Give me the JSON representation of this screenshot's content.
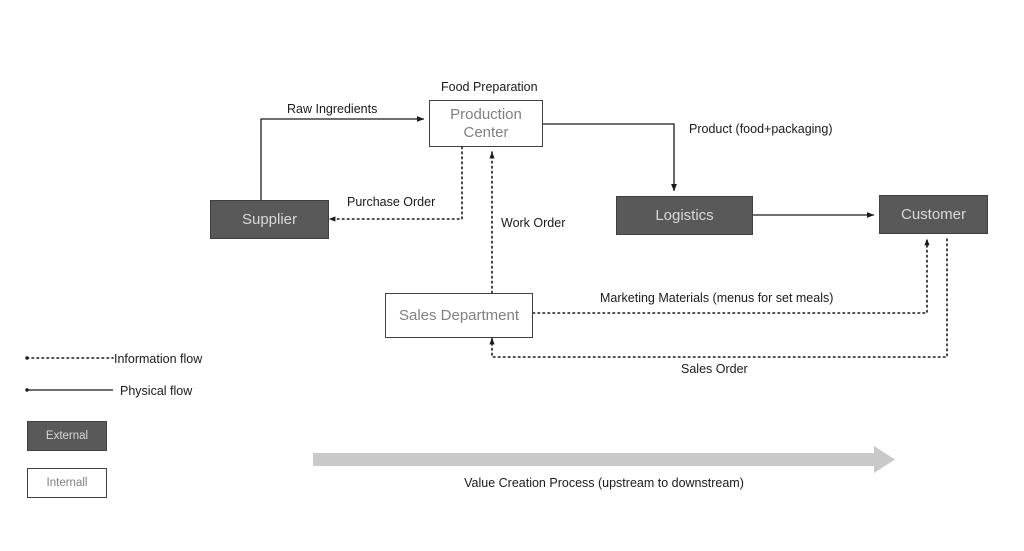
{
  "diagram": {
    "title_caption": "Food Preparation",
    "nodes": [
      {
        "id": "production-center",
        "label": "Production\nCenter",
        "label_line1": "Production",
        "label_line2": "Center",
        "type": "internal"
      },
      {
        "id": "supplier",
        "label": "Supplier",
        "type": "external"
      },
      {
        "id": "logistics",
        "label": "Logistics",
        "type": "external"
      },
      {
        "id": "customer",
        "label": "Customer",
        "type": "external"
      },
      {
        "id": "sales-department",
        "label": "Sales Department",
        "type": "internal"
      }
    ],
    "edges": [
      {
        "id": "raw-ingredients",
        "label": "Raw Ingredients",
        "flow": "physical",
        "from": "supplier",
        "to": "production-center"
      },
      {
        "id": "product",
        "label": "Product (food+packaging)",
        "flow": "physical",
        "from": "production-center",
        "to": "logistics"
      },
      {
        "id": "delivery",
        "label": "",
        "flow": "physical",
        "from": "logistics",
        "to": "customer"
      },
      {
        "id": "purchase-order",
        "label": "Purchase Order",
        "flow": "information",
        "from": "production-center",
        "to": "supplier"
      },
      {
        "id": "work-order",
        "label": "Work Order",
        "flow": "information",
        "from": "sales-department",
        "to": "production-center"
      },
      {
        "id": "marketing-materials",
        "label": "Marketing Materials (menus for set meals)",
        "flow": "information",
        "from": "sales-department",
        "to": "customer"
      },
      {
        "id": "sales-order",
        "label": "Sales Order",
        "flow": "information",
        "from": "customer",
        "to": "sales-department"
      }
    ],
    "legend": {
      "items": [
        {
          "id": "information-flow",
          "label": "Information flow",
          "style": "dotted"
        },
        {
          "id": "physical-flow",
          "label": "Physical flow",
          "style": "solid"
        }
      ],
      "swatches": [
        {
          "id": "external",
          "label": "External",
          "type": "external"
        },
        {
          "id": "internal",
          "label": "Internall",
          "type": "internal"
        }
      ]
    },
    "process_axis": {
      "label": "Value Creation Process (upstream to downstream)"
    },
    "colors": {
      "external_fill": "#595959",
      "external_text": "#d9d9d9",
      "internal_fill": "#ffffff",
      "internal_text": "#808080",
      "line": "#1a1a1a",
      "axis_arrow": "#c9c9c9",
      "background": "#ffffff"
    }
  }
}
